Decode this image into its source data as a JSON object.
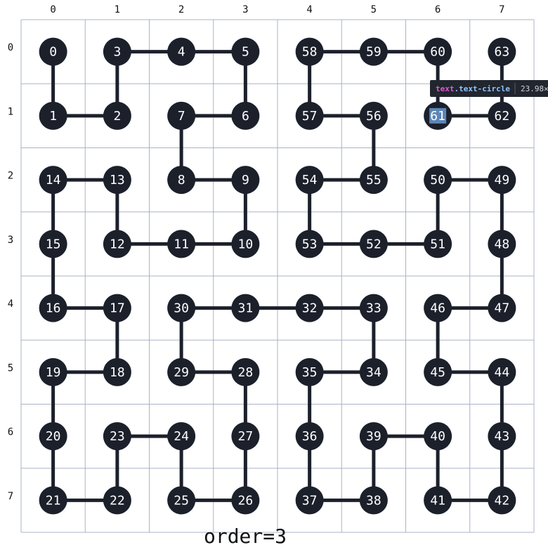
{
  "diagram": {
    "grid_size": 8,
    "column_labels": [
      "0",
      "1",
      "2",
      "3",
      "4",
      "5",
      "6",
      "7"
    ],
    "row_labels": [
      "0",
      "1",
      "2",
      "3",
      "4",
      "5",
      "6",
      "7"
    ],
    "caption": "order=3",
    "path_cells": [
      [
        0,
        0
      ],
      [
        0,
        1
      ],
      [
        1,
        1
      ],
      [
        1,
        0
      ],
      [
        2,
        0
      ],
      [
        3,
        0
      ],
      [
        3,
        1
      ],
      [
        2,
        1
      ],
      [
        2,
        2
      ],
      [
        3,
        2
      ],
      [
        3,
        3
      ],
      [
        2,
        3
      ],
      [
        1,
        3
      ],
      [
        1,
        2
      ],
      [
        0,
        2
      ],
      [
        0,
        3
      ],
      [
        0,
        4
      ],
      [
        1,
        4
      ],
      [
        1,
        5
      ],
      [
        0,
        5
      ],
      [
        0,
        6
      ],
      [
        0,
        7
      ],
      [
        1,
        7
      ],
      [
        1,
        6
      ],
      [
        2,
        6
      ],
      [
        2,
        7
      ],
      [
        3,
        7
      ],
      [
        3,
        6
      ],
      [
        3,
        5
      ],
      [
        2,
        5
      ],
      [
        2,
        4
      ],
      [
        3,
        4
      ],
      [
        4,
        4
      ],
      [
        5,
        4
      ],
      [
        5,
        5
      ],
      [
        4,
        5
      ],
      [
        4,
        6
      ],
      [
        4,
        7
      ],
      [
        5,
        7
      ],
      [
        5,
        6
      ],
      [
        6,
        6
      ],
      [
        6,
        7
      ],
      [
        7,
        7
      ],
      [
        7,
        6
      ],
      [
        7,
        5
      ],
      [
        6,
        5
      ],
      [
        6,
        4
      ],
      [
        7,
        4
      ],
      [
        7,
        3
      ],
      [
        7,
        2
      ],
      [
        6,
        2
      ],
      [
        6,
        3
      ],
      [
        5,
        3
      ],
      [
        4,
        3
      ],
      [
        4,
        2
      ],
      [
        5,
        2
      ],
      [
        5,
        1
      ],
      [
        4,
        1
      ],
      [
        4,
        0
      ],
      [
        5,
        0
      ],
      [
        6,
        0
      ],
      [
        6,
        1
      ],
      [
        7,
        1
      ],
      [
        7,
        0
      ]
    ],
    "selected_node": 61
  },
  "inspector_tooltip": {
    "tag": "text",
    "class_name": ".text-circle",
    "dimensions": "23.98×"
  },
  "colors": {
    "node_fill": "#1c202b",
    "edge": "#1c202b",
    "grid": "#a9b4c6",
    "tooltip_bg": "#22262f",
    "tooltip_tag": "#e05ad0",
    "tooltip_class": "#8fc4ff",
    "selection": "#5b86b8"
  }
}
